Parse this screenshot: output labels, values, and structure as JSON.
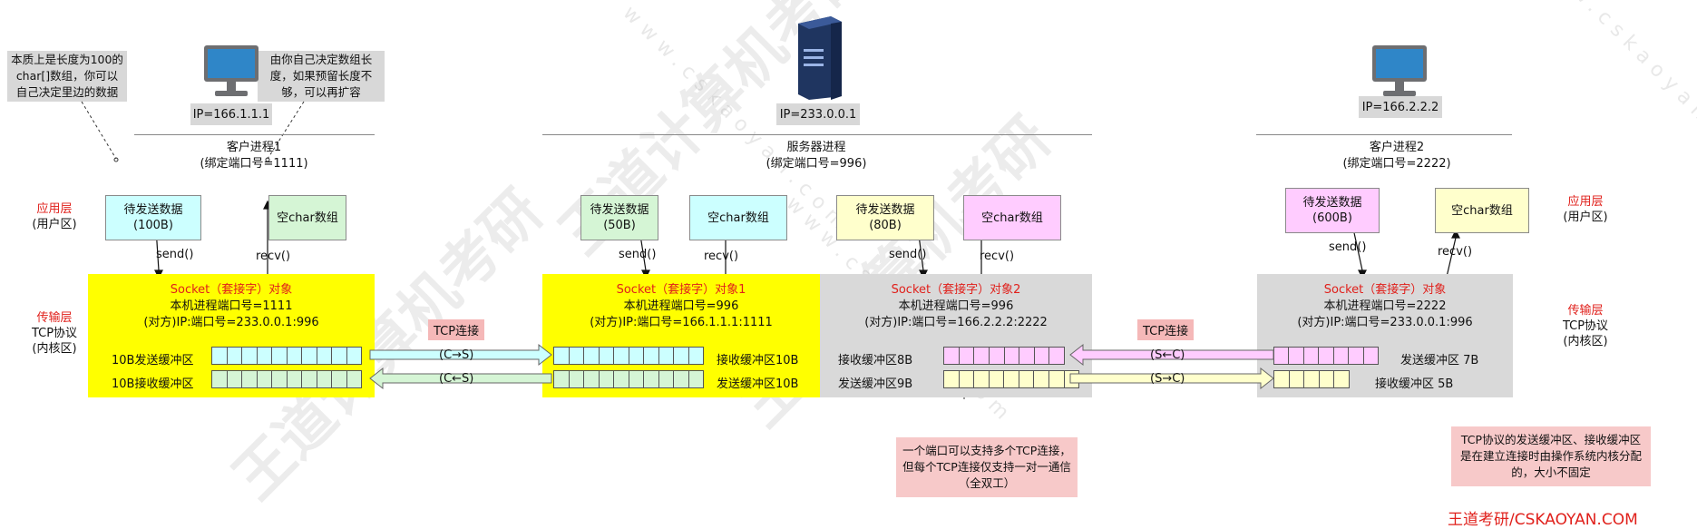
{
  "notes": {
    "left": "本质上是长度为100的char[]数组，你可以自己决定里边的数据",
    "right": "由你自己决定数组长度，如果预留长度不够，可以再扩容",
    "port": "一个端口可以支持多个TCP连接，但每个TCP连接仅支持一对一通信（全双工）",
    "buffer": "TCP协议的发送缓冲区、接收缓冲区是在建立连接时由操作系统内核分配的，大小不固定"
  },
  "hosts": {
    "client1": {
      "ip": "IP=166.1.1.1",
      "process": "客户进程1",
      "port_bind": "(绑定端口号=1111)"
    },
    "server": {
      "ip": "IP=233.0.0.1",
      "process": "服务器进程",
      "port_bind": "(绑定端口号=996)"
    },
    "client2": {
      "ip": "IP=166.2.2.2",
      "process": "客户进程2",
      "port_bind": "(绑定端口号=2222)"
    }
  },
  "layers": {
    "app_left": "应用层",
    "app_left_sub": "(用户区)",
    "tcp_left": "传输层",
    "tcp_left_sub1": "TCP协议",
    "tcp_left_sub2": "(内核区)",
    "app_right": "应用层",
    "app_right_sub": "(用户区)",
    "tcp_right": "传输层",
    "tcp_right_sub1": "TCP协议",
    "tcp_right_sub2": "(内核区)"
  },
  "app_boxes": {
    "c1_send": "待发送数据\n(100B)",
    "c1_recv": "空char数组",
    "s1_send": "待发送数据\n(50B)",
    "s1_recv": "空char数组",
    "s2_send": "待发送数据\n(80B)",
    "s2_recv": "空char数组",
    "c2_send": "待发送数据\n(600B)",
    "c2_recv": "空char数组"
  },
  "calls": {
    "send": "send()",
    "recv": "recv()"
  },
  "sockets": {
    "c1": {
      "title": "Socket（套接字）对象",
      "local": "本机进程端口号=1111",
      "remote": "(对方)IP:端口号=233.0.0.1:996",
      "send_label": "10B发送缓冲区",
      "recv_label": "10B接收缓冲区"
    },
    "s1": {
      "title": "Socket（套接字）对象1",
      "local": "本机进程端口号=996",
      "remote": "(对方)IP:端口号=166.1.1.1:1111",
      "recv_label": "接收缓冲区10B",
      "send_label": "发送缓冲区10B"
    },
    "s2": {
      "title": "Socket（套接字）对象2",
      "local": "本机进程端口号=996",
      "remote": "(对方)IP:端口号=166.2.2.2:2222",
      "recv_label": "接收缓冲区8B",
      "send_label": "发送缓冲区9B"
    },
    "c2": {
      "title": "Socket（套接字）对象",
      "local": "本机进程端口号=2222",
      "remote": "(对方)IP:端口号=233.0.0.1:996",
      "send_label": "发送缓冲区 7B",
      "recv_label": "接收缓冲区 5B"
    }
  },
  "connections": {
    "tag1": "TCP连接",
    "c2s_1": "(C→S)",
    "s2c_1": "(C←S)",
    "tag2": "TCP连接",
    "s2c_2": "(S←C)",
    "c2s_2": "(S→C)"
  },
  "footer": "王道考研/CSKAOYAN.COM",
  "colors": {
    "yellow": "#ffff00",
    "gray": "#d9d9d9",
    "cyan": "#ccffff",
    "green": "#d5f5d5",
    "lightyellow": "#ffffcc",
    "pink": "#ffccff",
    "red": "#e0201b"
  }
}
